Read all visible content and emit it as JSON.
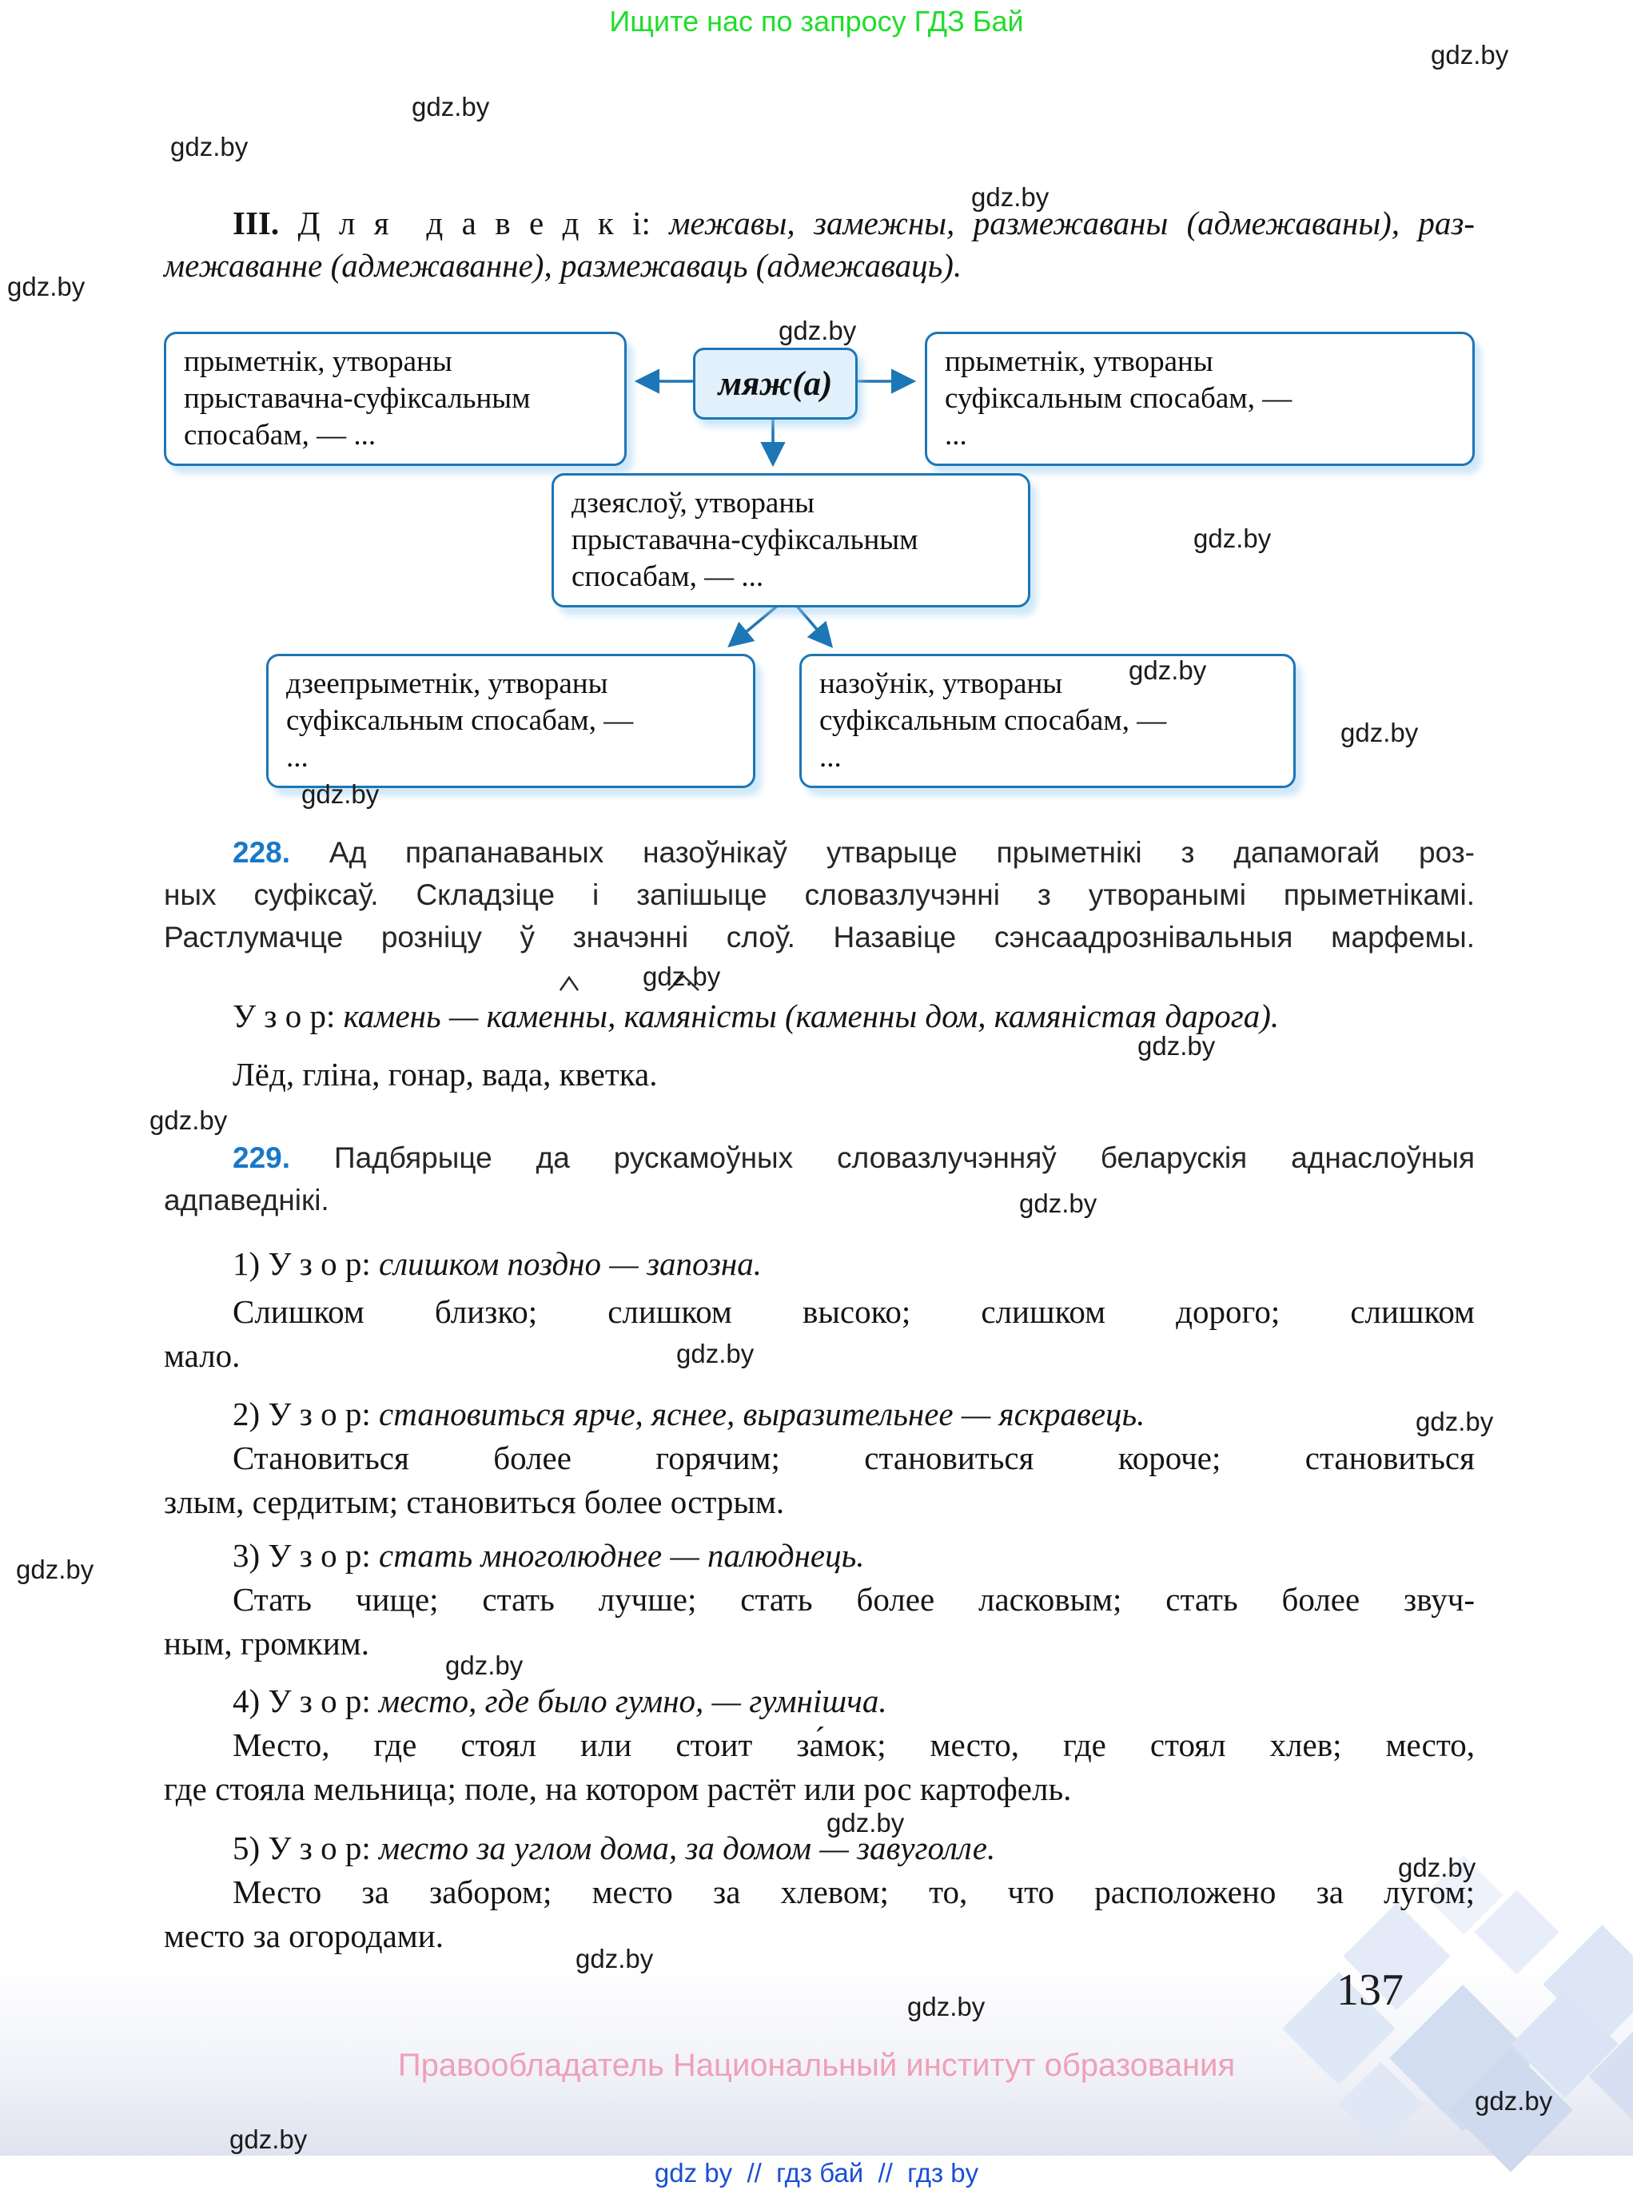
{
  "header": {
    "promo": "Ищите нас по запросу ГДЗ Бай"
  },
  "watermark": {
    "label": "gdz.by"
  },
  "section3": {
    "num": "III.",
    "label": "Д л я  д а в е д к і:",
    "line1_italic": "межавы, замежны, размежаваны (адмежаваны), раз-",
    "line2_italic": "межаванне (адмежаванне), размежаваць (адмежаваць)."
  },
  "diagram": {
    "root": "мяж(а)",
    "boxes": [
      {
        "id": "adjective-prefix-suffix",
        "lines": [
          "прыметнік, утвораны",
          "прыставачна-суфіксальным",
          "спосабам, — ..."
        ]
      },
      {
        "id": "adjective-suffix",
        "lines": [
          "прыметнік, утвораны",
          "суфіксальным спосабам, —",
          "..."
        ]
      },
      {
        "id": "verb-prefix-suffix",
        "lines": [
          "дзеяслоў, утвораны",
          "прыставачна-суфіксальным",
          "спосабам, — ..."
        ]
      },
      {
        "id": "participle-suffix",
        "lines": [
          "дзеепрыметнік, утвораны",
          "суфіксальным спосабам, —",
          "..."
        ]
      },
      {
        "id": "noun-suffix",
        "lines": [
          "назоўнік, утвораны",
          "суфіксальным спосабам, —",
          "..."
        ]
      }
    ]
  },
  "ex228": {
    "number": "228.",
    "lines": [
      "Ад прапанаваных назоўнікаў утварыце прыметнікі з дапамогай роз-",
      "ных суфіксаў. Складзіце і запішыце словазлучэнні з утворанымі прыметнікамі.",
      "Растлумачце розніцу ў значэнні слоў. Назавіце сэнсаадрознівальныя марфемы."
    ],
    "uzor_label": "У з о р:",
    "uzor_parts": {
      "base": "камень — ",
      "word1": "каменны",
      "sep": ", ",
      "word2": "камяністы",
      "tail": " (каменны дом, камяністая дарога)."
    },
    "words": "Лёд, гліна, гонар, вада, кветка."
  },
  "ex229": {
    "number": "229.",
    "lines": [
      "Падбярыце да рускамоўных словазлучэнняў беларускія аднаслоўныя",
      "адпаведнікі."
    ],
    "items": [
      {
        "num": "1)",
        "uzor_label": "У з о р:",
        "uzor": "слишком поздно — запозна.",
        "lines": [
          "Слишком близко; слишком высоко; слишком дорого; слишком",
          "мало."
        ]
      },
      {
        "num": "2)",
        "uzor_label": "У з о р:",
        "uzor": "становиться ярче, яснее, выразительнее — яскравець.",
        "lines": [
          "Становиться более горячим; становиться короче; становиться",
          "злым, сердитым; становиться более острым."
        ]
      },
      {
        "num": "3)",
        "uzor_label": "У з о р:",
        "uzor": "стать многолюднее — палюднець.",
        "lines": [
          "Стать чище; стать лучше; стать более ласковым; стать более звуч-",
          "ным, громким."
        ]
      },
      {
        "num": "4)",
        "uzor_label": "У з о р:",
        "uzor": "место, где было гумно, — гумнішча.",
        "lines": [
          "Место, где стоял или стоит за́мок; место, где стоял хлев; место,",
          "где стояла мельница; поле, на котором растёт или рос картофель."
        ]
      },
      {
        "num": "5)",
        "uzor_label": "У з о р:",
        "uzor": "место за углом дома, за домом — завуголле.",
        "lines": [
          "Место за забором; место за хлевом; то, что расположено за лугом;",
          "место за огородами."
        ]
      }
    ]
  },
  "footer": {
    "page_number": "137",
    "copyright": "Правообладатель Национальный институт образования",
    "links": "gdz by  //  гдз бай  //  гдз by"
  },
  "colors": {
    "accent_blue": "#1d76b5",
    "exercise_number_blue": "#1878c8",
    "promo_green": "#1fdd2a",
    "copyright_pink": "#ee91aa",
    "link_blue": "#1b4fd6",
    "band_lavender": "#dfe3ef"
  }
}
